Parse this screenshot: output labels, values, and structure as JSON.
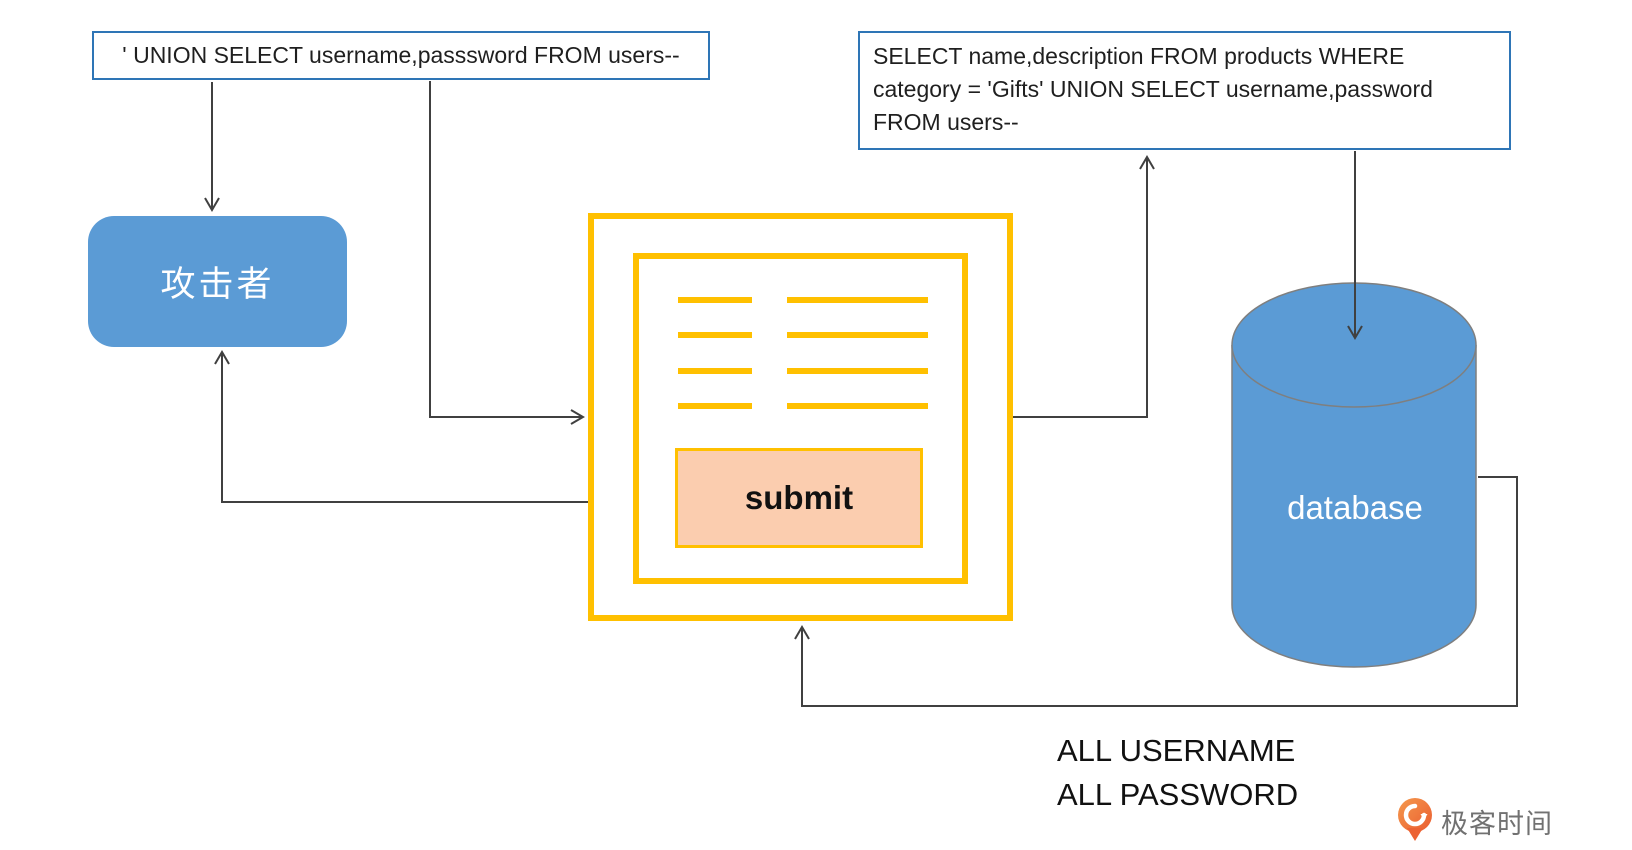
{
  "attacker_payload": {
    "text": "' UNION SELECT username,passsword FROM users--"
  },
  "server_query": {
    "lines": [
      "SELECT name,description FROM products WHERE",
      "category = 'Gifts' UNION SELECT username,password",
      "FROM users--"
    ]
  },
  "attacker": {
    "label": "攻击者"
  },
  "web_form": {
    "submit_label": "submit"
  },
  "database": {
    "label": "database"
  },
  "result": {
    "lines": [
      "ALL USERNAME",
      "ALL PASSWORD"
    ]
  },
  "brand": {
    "name": "极客时间"
  },
  "colors": {
    "node_blue": "#5B9BD5",
    "border_blue": "#2E75B6",
    "gold": "#FFC000",
    "submit_peach": "#FBCDAF",
    "arrow_gray": "#404040",
    "brand_orange": "#EA5B2F"
  }
}
